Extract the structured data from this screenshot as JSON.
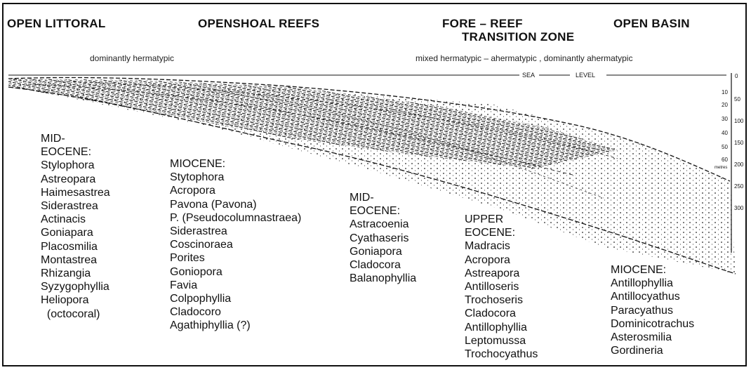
{
  "zones": {
    "open_littoral": "OPEN LITTORAL",
    "openshoal_reefs": "OPENSHOAL  REEFS",
    "fore_reef_line1": "FORE – REEF",
    "fore_reef_line2": "TRANSITION  ZONE",
    "open_basin": "OPEN BASIN"
  },
  "subtitles": {
    "left": "dominantly  hermatypic",
    "right": "mixed hermatypic – ahermatypic ,  dominantly ahermatypic"
  },
  "sea_level": {
    "sea": "SEA",
    "level": "LEVEL"
  },
  "depth_scale": {
    "inner": [
      "0",
      "10",
      "20",
      "30",
      "40",
      "50",
      "60"
    ],
    "outer": [
      "50",
      "100",
      "150",
      "200",
      "250",
      "300"
    ],
    "unit": "metres"
  },
  "lists": {
    "mid_eocene_1": {
      "era": [
        "MID-",
        "EOCENE:"
      ],
      "genera": [
        "Stylophora",
        "Astreopara",
        "Haimesastrea",
        "Siderastrea",
        "Actinacis",
        "Goniapara",
        "Placosmilia",
        "Montastrea",
        "Rhizangia",
        "Syzygophyllia",
        "Heliopora",
        "  (octocoral)"
      ]
    },
    "miocene_1": {
      "era": [
        "MIOCENE:"
      ],
      "genera": [
        "Stytophora",
        "Acropora",
        "Pavona (Pavona)",
        "P. (Pseudocolumnastraea)",
        "Siderastrea",
        "Coscinoraea",
        "Porites",
        "Goniopora",
        "Favia",
        "Colpophyllia",
        "Cladocoro",
        "Agathiphyllia (?)"
      ]
    },
    "mid_eocene_2": {
      "era": [
        "MID-",
        "EOCENE:"
      ],
      "genera": [
        "Astracoenia",
        "Cyathaseris",
        "Goniapora",
        "Cladocora",
        "Balanophyllia"
      ]
    },
    "upper_eocene": {
      "era": [
        "UPPER",
        "EOCENE:"
      ],
      "genera": [
        "Madracis",
        "Acropora",
        "Astreapora",
        "Antilloseris",
        "Trochoseris",
        "Cladocora",
        "Antillophyllia",
        "Leptomussa",
        "Trochocyathus"
      ]
    },
    "miocene_2": {
      "era": [
        "MIOCENE:"
      ],
      "genera": [
        "Antillophyllia",
        "Antillocyathus",
        "Paracyathus",
        "Dominicotrachus",
        "Asterosmilia",
        "Gordineria"
      ]
    }
  }
}
